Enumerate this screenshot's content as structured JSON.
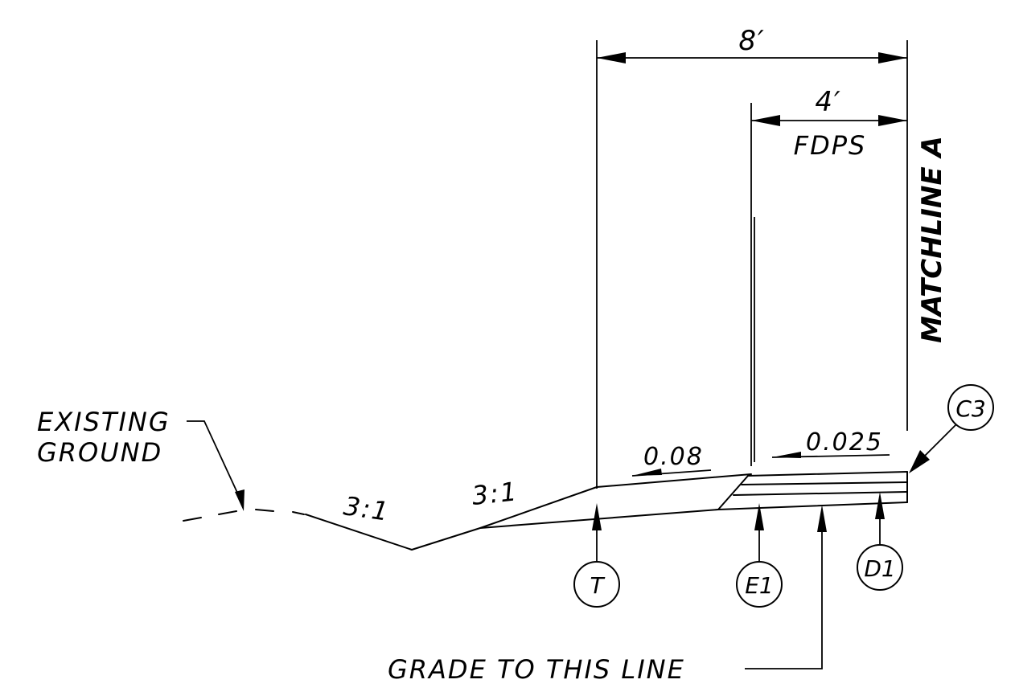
{
  "dimensions": {
    "overall_width": "8′",
    "shoulder_width": "4′",
    "shoulder_name": "FDPS"
  },
  "slopes": {
    "fore_slope_left": "3:1",
    "fore_slope_right": "3:1",
    "shoulder_cross_slope": "0.08",
    "lane_cross_slope": "0.025"
  },
  "labels": {
    "existing_ground_line1": "EXISTING",
    "existing_ground_line2": "GROUND",
    "grade_line": "GRADE TO THIS LINE",
    "matchline": "MATCHLINE A"
  },
  "callouts": {
    "t": "T",
    "e1": "E1",
    "d1": "D1",
    "c3": "C3"
  }
}
